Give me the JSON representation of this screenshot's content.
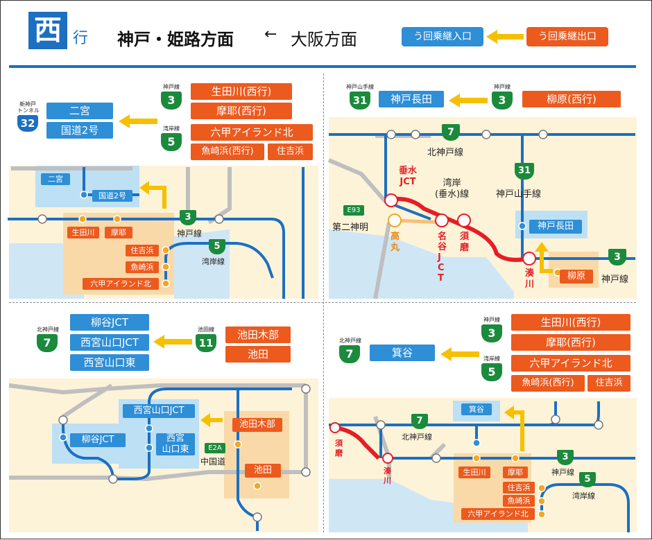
{
  "header": {
    "direction_kanji": "西",
    "direction_suffix": "行",
    "title_main": "神戸・姫路方面",
    "title_arrow": "←",
    "title_from": "大阪方面",
    "reentry_label": "う回乗継入口",
    "exit_label": "う回乗継出口"
  },
  "q1": {
    "left_route_caption": "新神戸\nトンネル",
    "left_route_number": "32",
    "left_dest_1": "二宮",
    "left_dest_2": "国道2号",
    "route3_caption": "神戸線",
    "route3_number": "3",
    "route5_caption": "湾岸線",
    "route5_number": "5",
    "exit_1": "生田川(西行)",
    "exit_2": "摩耶(西行)",
    "exit_3": "六甲アイランド北",
    "exit_4": "魚崎浜(西行)",
    "exit_5": "住吉浜",
    "map": {
      "ninomiya": "二宮",
      "kokudo2": "国道2号",
      "ikutagawa": "生田川",
      "maya": "摩耶",
      "sumiyoshihama": "住吉浜",
      "uozakihama": "魚崎浜",
      "rokko_kita": "六甲アイランド北",
      "shield3": "3",
      "kobesen": "神戸線",
      "shield5": "5",
      "wangansen": "湾岸線"
    }
  },
  "q2": {
    "left_route_caption": "神戸山手線",
    "left_route_number": "31",
    "left_dest": "神戸長田",
    "route3_caption": "神戸線",
    "route3_number": "3",
    "exit": "柳原(西行)",
    "map": {
      "shield7": "7",
      "kitakobe": "北神戸線",
      "tarumi_jct": "垂水\nJCT",
      "wangan_tarumi": "湾岸\n(垂水)線",
      "shield31": "31",
      "kobe_yamate": "神戸山手線",
      "e93": "E93",
      "daini_shinmei": "第二神明",
      "takamaru": "高\n丸",
      "nagatani_jct": "名\n谷\nJ\nC\nT",
      "suma": "須\n磨",
      "kobe_nagata": "神戸長田",
      "minatogawa": "湊\n川",
      "yanagihara": "柳原",
      "shield3": "3",
      "kobesen": "神戸線"
    }
  },
  "q3": {
    "left_route_caption": "北神戸線",
    "left_route_number": "7",
    "left_dest_1": "柳谷JCT",
    "left_dest_2": "西宮山口JCT",
    "left_dest_3": "西宮山口東",
    "right_route_caption": "池田線",
    "right_route_number": "11",
    "exit_1": "池田木部",
    "exit_2": "池田",
    "map": {
      "nishinomiya_jct": "西宮山口JCT",
      "yanagitani_jct": "柳谷JCT",
      "nishinomiya_higashi": "西宮\n山口東",
      "e2a": "E2A",
      "chugoku": "中国道",
      "ikeda_kibe": "池田木部",
      "ikeda": "池田"
    }
  },
  "q4": {
    "left_route_caption": "北神戸線",
    "left_route_number": "7",
    "left_dest": "箕谷",
    "route3_caption": "神戸線",
    "route3_number": "3",
    "route5_caption": "湾岸線",
    "route5_number": "5",
    "exit_1": "生田川(西行)",
    "exit_2": "摩耶(西行)",
    "exit_3": "六甲アイランド北",
    "exit_4": "魚崎浜(西行)",
    "exit_5": "住吉浜",
    "map": {
      "minoya": "箕谷",
      "shield7": "7",
      "kitakobe": "北神戸線",
      "suma": "須\n磨",
      "minatogawa": "湊\n川",
      "ikutagawa": "生田川",
      "maya": "摩耶",
      "sumiyoshihama": "住吉浜",
      "uozakihama": "魚崎浜",
      "rokko_kita": "六甲アイランド北",
      "shield3": "3",
      "kobesen": "神戸線",
      "shield5": "5",
      "wangansen": "湾岸線"
    }
  },
  "colors": {
    "route_blue": "#1c6fc1",
    "reentry_blue": "#2e8ed6",
    "exit_orange": "#ec5a1e",
    "shield_green": "#1b8a3c",
    "arrow_yellow": "#f5c000",
    "jct_red": "#e51e25",
    "land": "#fdf3d9",
    "water": "#cfe6f5",
    "local_road": "#bfbfbf"
  }
}
